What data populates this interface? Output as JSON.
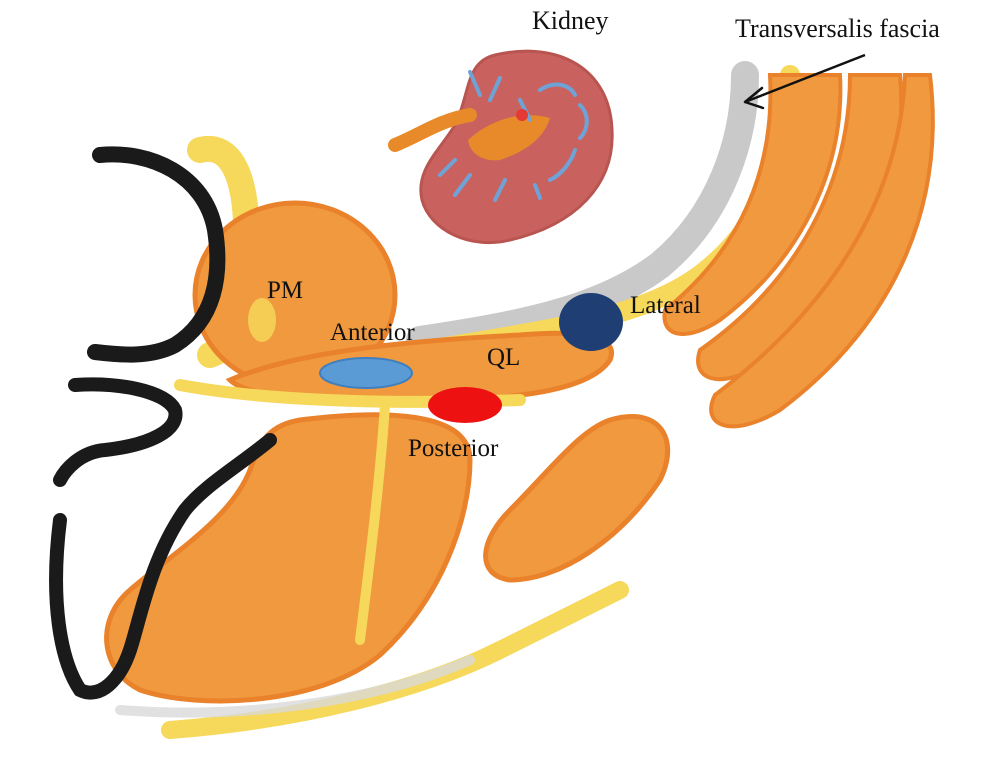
{
  "labels": {
    "kidney": "Kidney",
    "transversalis_fascia": "Transversalis fascia",
    "pm": "PM",
    "anterior": "Anterior",
    "ql": "QL",
    "lateral": "Lateral",
    "posterior": "Posterior"
  },
  "colors": {
    "muscle_orange": "#F0993E",
    "muscle_edge": "#E9822A",
    "fascia_yellow": "#F6D85A",
    "fascia_gray": "#C9C9C9",
    "outline_black": "#1A1A1A",
    "kidney_body": "#C9625E",
    "kidney_vessels": "#6FA3D8",
    "kidney_pelvis": "#E88A2A",
    "anterior_marker": "#5B9BD5",
    "posterior_marker": "#EE1111",
    "lateral_marker": "#1F3E73"
  }
}
